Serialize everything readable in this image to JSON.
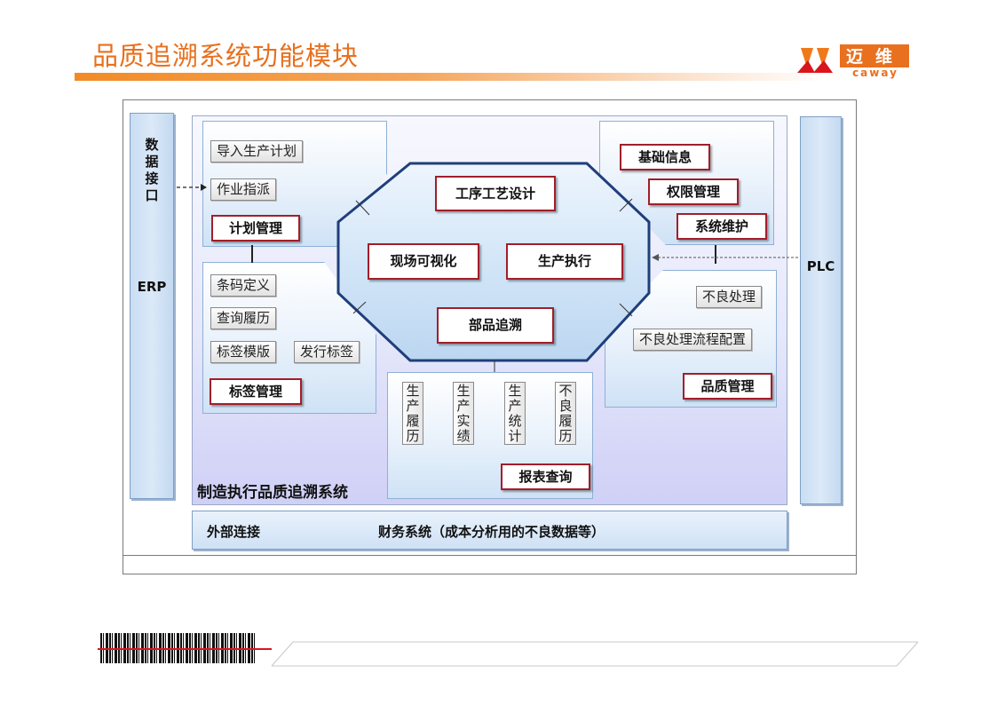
{
  "header": {
    "title": "品质追溯系统功能模块",
    "logo_text": "迈维",
    "logo_sub": "caway"
  },
  "left_side": {
    "label_vertical": [
      "数",
      "据",
      "接",
      "口"
    ],
    "label": "ERP"
  },
  "right_side": {
    "label": "PLC"
  },
  "main": {
    "caption": "制造执行品质追溯系统",
    "plan": {
      "items": [
        "导入生产计划",
        "作业指派"
      ],
      "title": "计划管理"
    },
    "label_mgmt": {
      "items": [
        "条码定义",
        "查询履历",
        "标签模版",
        "发行标签"
      ],
      "title": "标签管理"
    },
    "basic": {
      "items": [
        "基础信息",
        "权限管理",
        "系统维护"
      ]
    },
    "quality": {
      "items": [
        "不良处理",
        "不良处理流程配置"
      ],
      "title": "品质管理"
    },
    "core": {
      "items": [
        "工序工艺设计",
        "现场可视化",
        "生产执行",
        "部品追溯"
      ]
    },
    "report": {
      "columns": [
        [
          "生",
          "产",
          "履",
          "历"
        ],
        [
          "生",
          "产",
          "实",
          "绩"
        ],
        [
          "生",
          "产",
          "统",
          "计"
        ],
        [
          "不",
          "良",
          "履",
          "历"
        ]
      ],
      "title": "报表查询"
    }
  },
  "external": {
    "label": "外部连接",
    "text": "财务系统（成本分析用的不良数据等）"
  },
  "colors": {
    "title": "#e8701e",
    "accent_bar": "#f28b25",
    "red_border": "#a11e2a",
    "octagon_fill": "#d6e8f8",
    "octagon_stroke": "#1f3f7a"
  }
}
